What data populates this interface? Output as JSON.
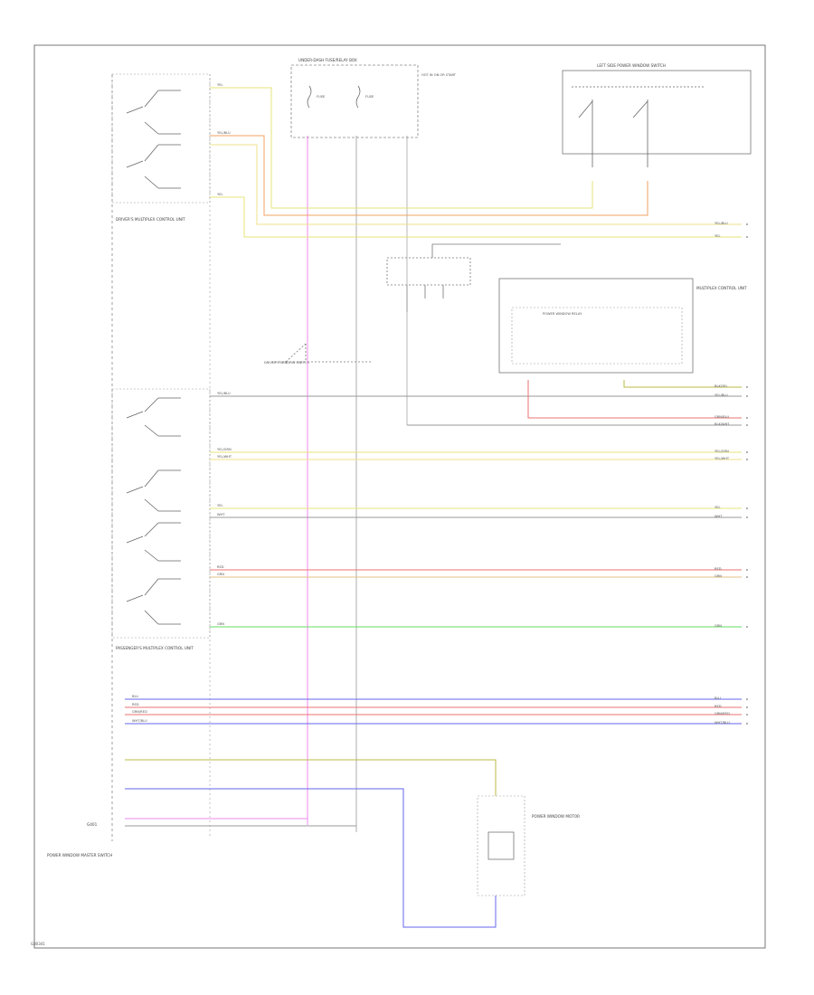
{
  "wire_colors": {
    "yellow": "#e4e47a",
    "orange": "#f0a060",
    "yellow_pale": "#efe08a",
    "gray": "#999999",
    "red": "#ee7272",
    "green": "#66dd66",
    "blue": "#6666ee",
    "pink": "#ee88ee",
    "olive": "#bbbb44"
  },
  "wires_right": [
    {
      "label": "YEL/BLU",
      "color": "yellow"
    },
    {
      "label": "YEL",
      "color": "yellow"
    },
    {
      "label": "BLK/YEL",
      "color": "olive"
    },
    {
      "label": "YEL/BLU",
      "color": "gray"
    },
    {
      "label": "GRN/BLU",
      "color": "red"
    },
    {
      "label": "BLK/WHT",
      "color": "gray"
    },
    {
      "label": "YEL/GRN",
      "color": "yellow"
    },
    {
      "label": "YEL/WHT",
      "color": "yellow"
    },
    {
      "label": "YEL",
      "color": "yellow"
    },
    {
      "label": "WHT",
      "color": "gray"
    },
    {
      "label": "RED",
      "color": "red"
    },
    {
      "label": "GRN",
      "color": "red"
    },
    {
      "label": "GRN",
      "color": "green"
    },
    {
      "label": "BLU",
      "color": "blue"
    },
    {
      "label": "RED",
      "color": "red"
    },
    {
      "label": "GRN/RED",
      "color": "red"
    },
    {
      "label": "WHT/BLU",
      "color": "blue"
    }
  ],
  "labels": {
    "fuse_box_title": "UNDER-DASH FUSE/RELAY BOX",
    "fuse_box_note": "HOT IN ON OR START",
    "fuse_a": "FUSE",
    "fuse_b": "FUSE",
    "switch_note": "DRIVER'S WINDOW SWITCH",
    "connector_upper": "DRIVER'S MULTIPLEX CONTROL UNIT",
    "connector_lower": "PASSENGER'S MULTIPLEX CONTROL UNIT",
    "unit_title": "MULTIPLEX CONTROL UNIT",
    "unit_inner": "POWER WINDOW RELAY",
    "right_module": "LEFT SIDE POWER WINDOW SWITCH",
    "bottom_module": "POWER WINDOW MOTOR",
    "bottom_left_note": "POWER WINDOW MASTER SWITCH",
    "ground": "G401",
    "footer_id": "G80341"
  }
}
